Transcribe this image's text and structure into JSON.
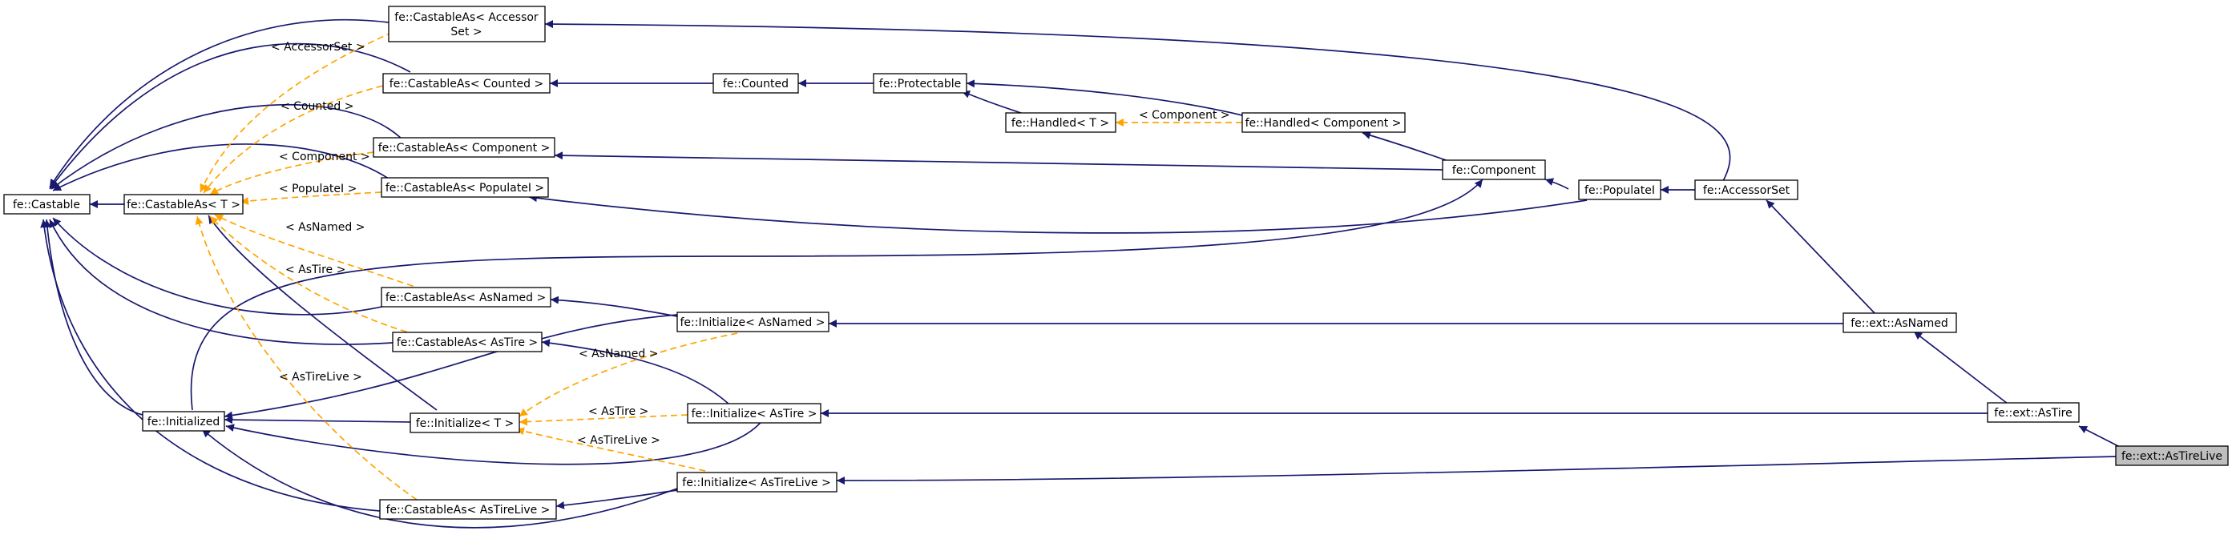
{
  "diagram": {
    "focus_node": "fe::ext::AsTireLive",
    "colors": {
      "inheritance": "#191970",
      "template": "#ffa500",
      "node_border": "#000000",
      "focus_fill": "#bfbfbf"
    },
    "nodes": [
      {
        "id": "castable",
        "lines": [
          "fe::Castable"
        ]
      },
      {
        "id": "castableAsT",
        "lines": [
          "fe::CastableAs< T >"
        ]
      },
      {
        "id": "castAccessorSet",
        "lines": [
          "fe::CastableAs< Accessor",
          "Set >"
        ]
      },
      {
        "id": "castCounted",
        "lines": [
          "fe::CastableAs< Counted >"
        ]
      },
      {
        "id": "castComponent",
        "lines": [
          "fe::CastableAs< Component >"
        ]
      },
      {
        "id": "castPopulateI",
        "lines": [
          "fe::CastableAs< PopulateI >"
        ]
      },
      {
        "id": "castAsNamed",
        "lines": [
          "fe::CastableAs< AsNamed >"
        ]
      },
      {
        "id": "castAsTire",
        "lines": [
          "fe::CastableAs< AsTire >"
        ]
      },
      {
        "id": "castAsTireLive",
        "lines": [
          "fe::CastableAs< AsTireLive >"
        ]
      },
      {
        "id": "initialized",
        "lines": [
          "fe::Initialized"
        ]
      },
      {
        "id": "initT",
        "lines": [
          "fe::Initialize< T >"
        ]
      },
      {
        "id": "initAsNamed",
        "lines": [
          "fe::Initialize< AsNamed >"
        ]
      },
      {
        "id": "initAsTire",
        "lines": [
          "fe::Initialize< AsTire >"
        ]
      },
      {
        "id": "initAsTireLive",
        "lines": [
          "fe::Initialize< AsTireLive >"
        ]
      },
      {
        "id": "counted",
        "lines": [
          "fe::Counted"
        ]
      },
      {
        "id": "protectable",
        "lines": [
          "fe::Protectable"
        ]
      },
      {
        "id": "handledT",
        "lines": [
          "fe::Handled< T >"
        ]
      },
      {
        "id": "handledComponent",
        "lines": [
          "fe::Handled< Component >"
        ]
      },
      {
        "id": "component",
        "lines": [
          "fe::Component"
        ]
      },
      {
        "id": "populateI",
        "lines": [
          "fe::PopulateI"
        ]
      },
      {
        "id": "accessorSet",
        "lines": [
          "fe::AccessorSet"
        ]
      },
      {
        "id": "asNamed",
        "lines": [
          "fe::ext::AsNamed"
        ]
      },
      {
        "id": "asTire",
        "lines": [
          "fe::ext::AsTire"
        ]
      },
      {
        "id": "asTireLive",
        "lines": [
          "fe::ext::AsTireLive"
        ]
      }
    ],
    "template_labels": [
      {
        "id": "lblAccessorSet",
        "text": "< AccessorSet >"
      },
      {
        "id": "lblCounted",
        "text": "< Counted >"
      },
      {
        "id": "lblComponent1",
        "text": "< Component >"
      },
      {
        "id": "lblPopulateI",
        "text": "< PopulateI >"
      },
      {
        "id": "lblAsNamed1",
        "text": "< AsNamed >"
      },
      {
        "id": "lblAsTire1",
        "text": "< AsTire >"
      },
      {
        "id": "lblAsTireLive1",
        "text": "< AsTireLive >"
      },
      {
        "id": "lblComponent2",
        "text": "< Component >"
      },
      {
        "id": "lblAsNamed2",
        "text": "< AsNamed >"
      },
      {
        "id": "lblAsTire2",
        "text": "< AsTire >"
      },
      {
        "id": "lblAsTireLive2",
        "text": "< AsTireLive >"
      }
    ]
  }
}
